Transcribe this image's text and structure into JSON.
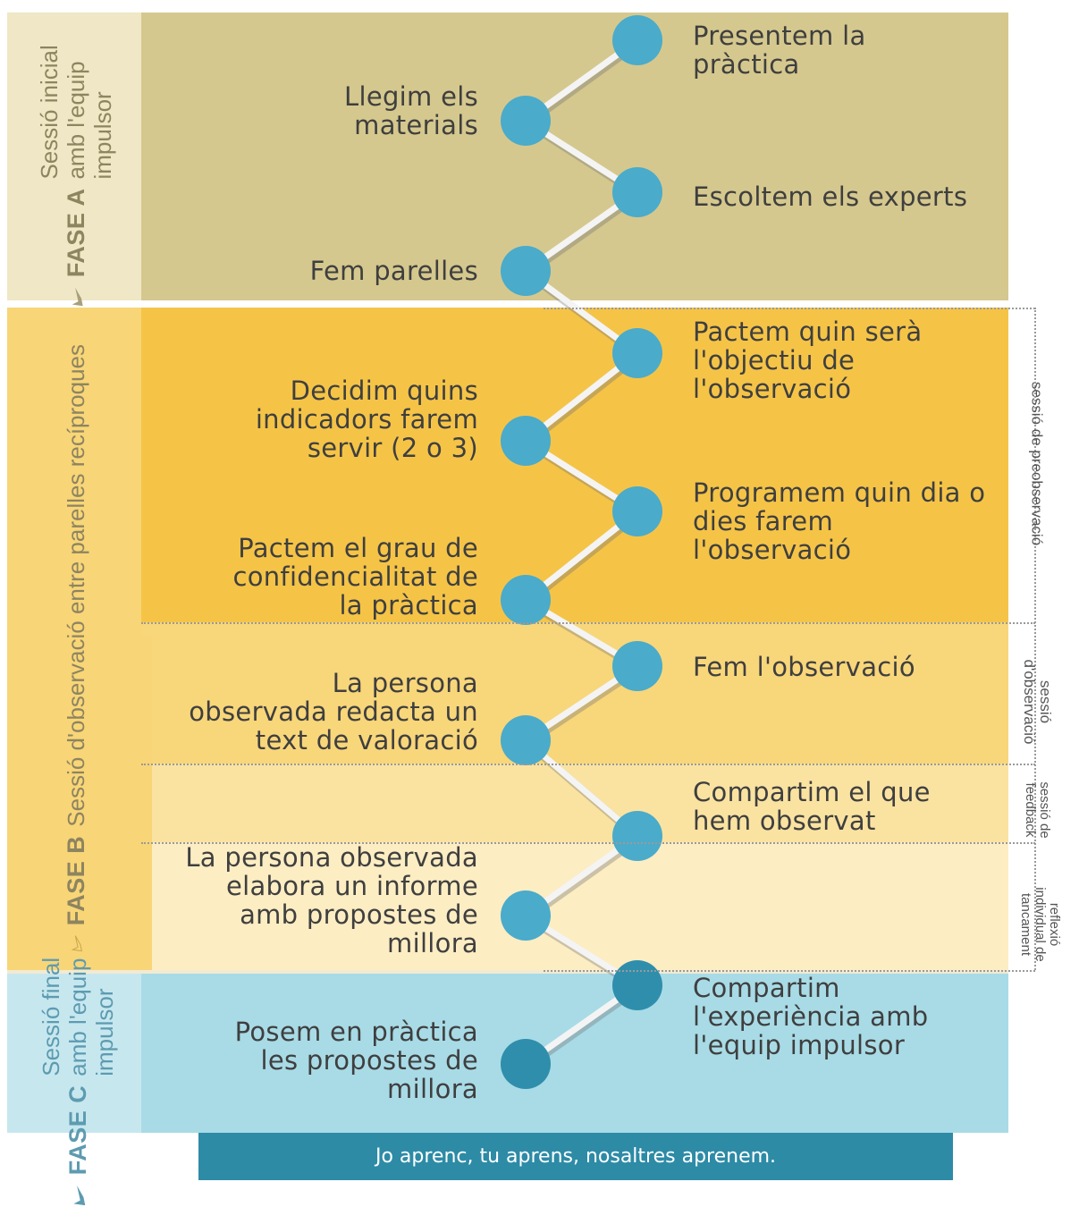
{
  "phases": {
    "a": {
      "title": "FASE A",
      "description": "Sessió inicial amb l'equip impulsor"
    },
    "b": {
      "title": "FASE B",
      "description": "Sessió d'observació entre parelles recíproques"
    },
    "c": {
      "title": "FASE C",
      "description": "Sessió final amb l'equip impulsor"
    }
  },
  "steps": [
    {
      "text": "Presentem la pràctica",
      "side": "right"
    },
    {
      "text": "Llegim els materials",
      "side": "left"
    },
    {
      "text": "Escoltem els experts",
      "side": "right"
    },
    {
      "text": "Fem parelles",
      "side": "left"
    },
    {
      "text": "Pactem quin serà l'objectiu de l'observació",
      "side": "right"
    },
    {
      "text": "Decidim quins indicadors farem servir (2 o 3)",
      "side": "left"
    },
    {
      "text": "Programem quin dia o dies farem l'observació",
      "side": "right"
    },
    {
      "text": "Pactem el grau de confidencialitat de la pràctica",
      "side": "left"
    },
    {
      "text": "Fem l'observació",
      "side": "right"
    },
    {
      "text": "La persona observada redacta un text de valoració",
      "side": "left"
    },
    {
      "text": "Compartim el que hem observat",
      "side": "right"
    },
    {
      "text": "La persona observada elabora un informe amb propostes de millora",
      "side": "left"
    },
    {
      "text": "Compartim l'experiència amb l'equip impulsor",
      "side": "right"
    },
    {
      "text": "Posem en pràctica les propostes de millora",
      "side": "left"
    }
  ],
  "sessions": {
    "preobservacio": "sessió de preobservació",
    "observacio": "sessió d'observació",
    "feedback": "sessió de feedback",
    "reflexio": "reflexió individual de tancament"
  },
  "footer": "Jo aprenc, tu aprens, nosaltres aprenem.",
  "colors": {
    "fase_a": "#d5c88e",
    "fase_a_side": "#efe7c5",
    "fase_b": "#f5c447",
    "fase_b_side": "#f8d577",
    "observacio": "#f8d67a",
    "feedback": "#fae3a1",
    "reflexio": "#fcedc3",
    "fase_c": "#a8dbe6",
    "dot": "#4aabcb",
    "footer": "#2d8ba6"
  }
}
